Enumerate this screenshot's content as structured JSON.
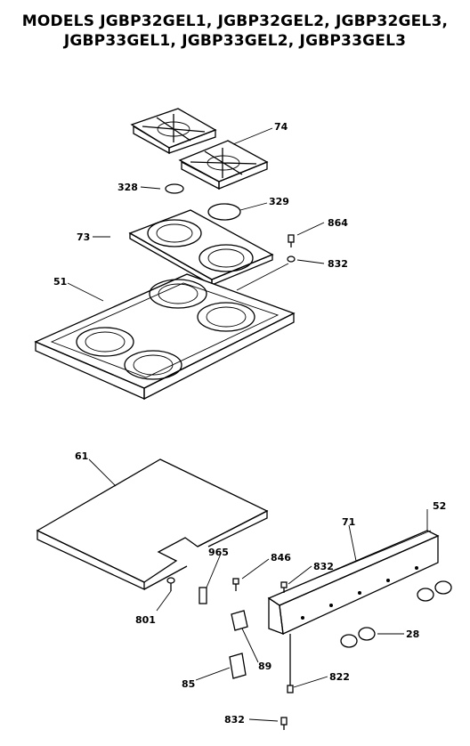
{
  "header": {
    "line1": "MODELS JGBP32GEL1, JGBP32GEL2, JGBP32GEL3,",
    "line2": "JGBP33GEL1, JGBP33GEL2, JGBP33GEL3"
  },
  "callouts": {
    "c74": "74",
    "c328": "328",
    "c329": "329",
    "c864": "864",
    "c73": "73",
    "c832a": "832",
    "c51": "51",
    "c61": "61",
    "c52": "52",
    "c71": "71",
    "c965": "965",
    "c846": "846",
    "c832b": "832",
    "c801": "801",
    "c28": "28",
    "c89": "89",
    "c85": "85",
    "c822": "822",
    "c832c": "832"
  }
}
